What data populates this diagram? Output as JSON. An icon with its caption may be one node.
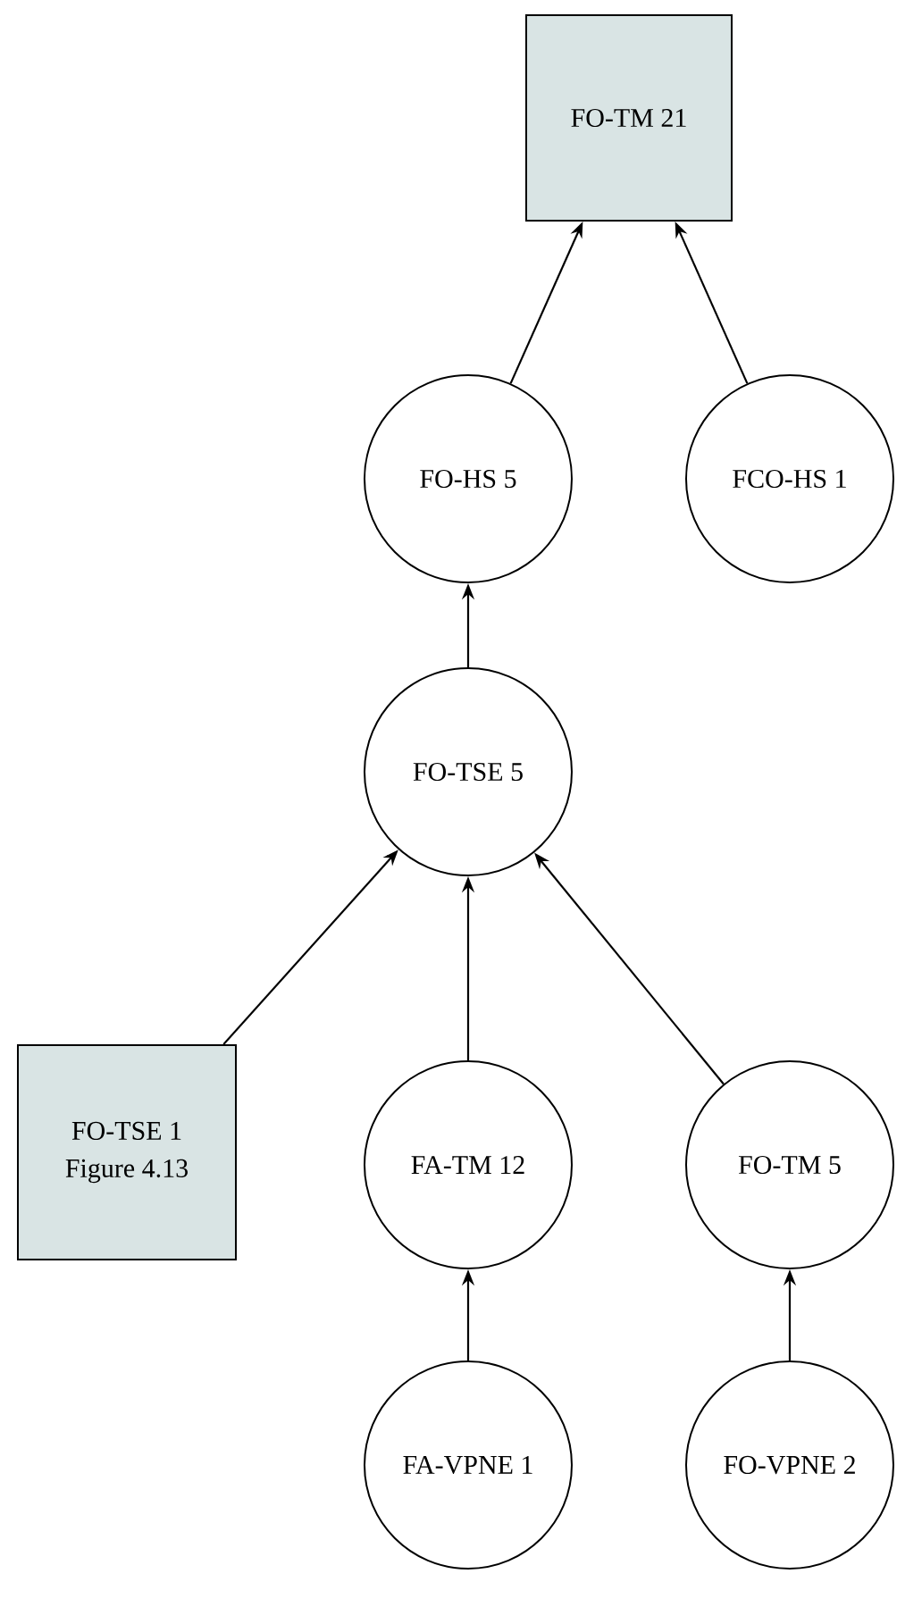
{
  "diagram": {
    "nodes": [
      {
        "text": [
          "FO-TM 21"
        ]
      },
      {
        "text": [
          "FO-HS 5"
        ]
      },
      {
        "text": [
          "FCO-HS 1"
        ]
      },
      {
        "text": [
          "FO-TSE 5"
        ]
      },
      {
        "text": [
          "FO-TSE 1",
          "Figure 4.13"
        ]
      },
      {
        "text": [
          "FA-TM 12"
        ]
      },
      {
        "text": [
          "FO-TM 5"
        ]
      },
      {
        "text": [
          "FA-VPNE 1"
        ]
      },
      {
        "text": [
          "FO-VPNE 2"
        ]
      }
    ],
    "edges": [
      {
        "from": 1,
        "to": 0,
        "arrow": "to"
      },
      {
        "from": 2,
        "to": 0,
        "arrow": "to"
      },
      {
        "from": 3,
        "to": 1,
        "arrow": "to"
      },
      {
        "from": 4,
        "to": 3,
        "arrow": "to"
      },
      {
        "from": 5,
        "to": 3,
        "arrow": "to"
      },
      {
        "from": 6,
        "to": 3,
        "arrow": "to"
      },
      {
        "from": 7,
        "to": 5,
        "arrow": "to"
      },
      {
        "from": 8,
        "to": 6,
        "arrow": "to"
      }
    ]
  }
}
